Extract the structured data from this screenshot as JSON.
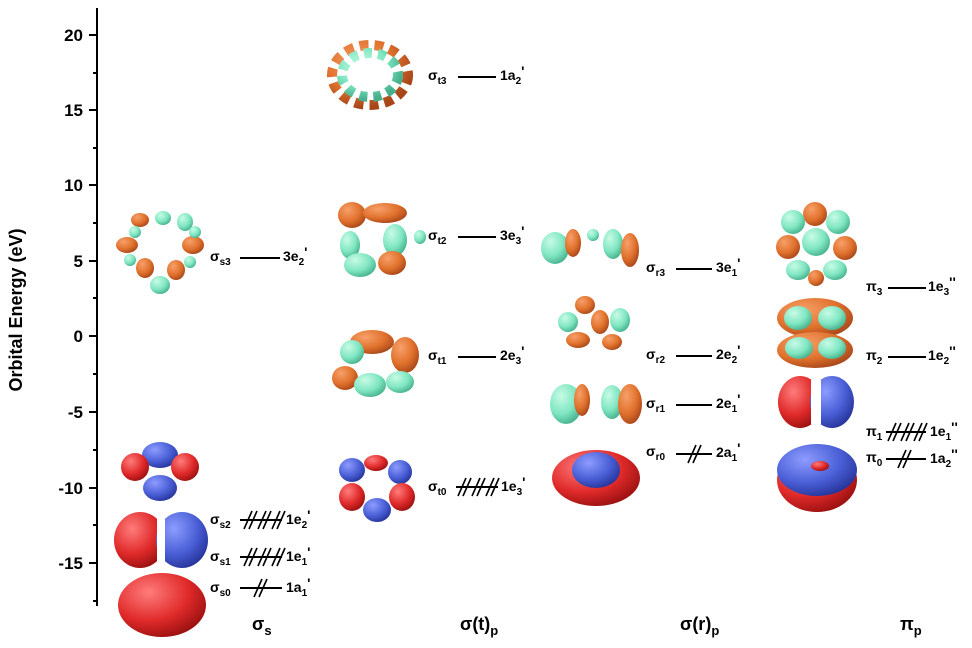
{
  "axis": {
    "ylabel": "Orbital Energy (eV)",
    "ticks": [
      "20",
      "15",
      "10",
      "5",
      "0",
      "-5",
      "-10",
      "-15"
    ]
  },
  "columns": {
    "sigma_s": {
      "sym": "σ",
      "sub": "s"
    },
    "sigma_t": {
      "sym": "σ(t)",
      "sub": "p"
    },
    "sigma_r": {
      "sym": "σ(r)",
      "sub": "p"
    },
    "pi": {
      "sym": "π",
      "sub": "p"
    }
  },
  "levels": {
    "s3": {
      "sym": "σ",
      "sub": "s3",
      "label": "3e",
      "lsub": "2",
      "mark": "'"
    },
    "s2": {
      "sym": "σ",
      "sub": "s2",
      "label": "1e",
      "lsub": "2",
      "mark": "'"
    },
    "s1": {
      "sym": "σ",
      "sub": "s1",
      "label": "1e",
      "lsub": "1",
      "mark": "'"
    },
    "s0": {
      "sym": "σ",
      "sub": "s0",
      "label": "1a",
      "lsub": "1",
      "mark": "'"
    },
    "t3": {
      "sym": "σ",
      "sub": "t3",
      "label": "1a",
      "lsub": "2",
      "mark": "'"
    },
    "t2": {
      "sym": "σ",
      "sub": "t2",
      "label": "3e",
      "lsub": "3",
      "mark": "'"
    },
    "t1": {
      "sym": "σ",
      "sub": "t1",
      "label": "2e",
      "lsub": "3",
      "mark": "'"
    },
    "t0": {
      "sym": "σ",
      "sub": "t0",
      "label": "1e",
      "lsub": "3",
      "mark": "'"
    },
    "r3": {
      "sym": "σ",
      "sub": "r3",
      "label": "3e",
      "lsub": "1",
      "mark": "'"
    },
    "r2": {
      "sym": "σ",
      "sub": "r2",
      "label": "2e",
      "lsub": "2",
      "mark": "'"
    },
    "r1": {
      "sym": "σ",
      "sub": "r1",
      "label": "2e",
      "lsub": "1",
      "mark": "'"
    },
    "r0": {
      "sym": "σ",
      "sub": "r0",
      "label": "2a",
      "lsub": "1",
      "mark": "'"
    },
    "p3": {
      "sym": "π",
      "sub": "3",
      "label": "1e",
      "lsub": "3",
      "mark": "''"
    },
    "p2": {
      "sym": "π",
      "sub": "2",
      "label": "1e",
      "lsub": "2",
      "mark": "''"
    },
    "p1": {
      "sym": "π",
      "sub": "1",
      "label": "1e",
      "lsub": "1",
      "mark": "''"
    },
    "p0": {
      "sym": "π",
      "sub": "0",
      "label": "1a",
      "lsub": "2",
      "mark": "''"
    }
  },
  "colors": {
    "lobe_orange": "#e0712c",
    "lobe_teal": "#7fe6c1",
    "lobe_red": "#e02a2a",
    "lobe_blue": "#4a5fd6"
  }
}
